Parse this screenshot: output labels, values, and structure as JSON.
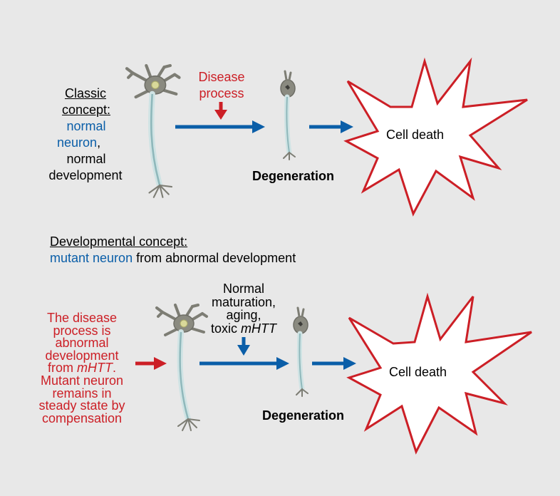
{
  "colors": {
    "background": "#e8e8e8",
    "blue_arrow": "#0a5ea8",
    "red_arrow": "#cc1f26",
    "starburst_stroke": "#cc1f26",
    "neuron_body": "#8a8a80",
    "axon": "#b9d6d8"
  },
  "classic": {
    "heading_line1": "Classic",
    "heading_line2": "concept:",
    "normal_word": "normal",
    "neuron_word": "neuron",
    "comma": ",",
    "normal_dev_line1": "normal",
    "normal_dev_line2": "development",
    "disease_line1": "Disease",
    "disease_line2": "process",
    "degeneration": "Degeneration",
    "cell_death": "Cell death"
  },
  "developmental": {
    "heading": "Developmental concept:",
    "mutant_neuron": "mutant neuron",
    "from_abnormal": " from abnormal development",
    "red_text": [
      "The disease",
      "process is",
      "abnormal",
      "development"
    ],
    "from_prefix": "from ",
    "mhtt": "mHTT",
    "period": ".",
    "red_text_rest": [
      "Mutant neuron",
      "remains in",
      "steady state by",
      "compensation"
    ],
    "factors_line1": "Normal",
    "factors_line2": "maturation,",
    "factors_line3": "aging,",
    "factors_line4_prefix": "toxic ",
    "factors_line4_italic": "mHTT",
    "degeneration": "Degeneration",
    "cell_death": "Cell death"
  },
  "icons": [
    "neuron-icon",
    "degenerating-neuron-icon",
    "starburst-icon",
    "arrow-icon"
  ]
}
